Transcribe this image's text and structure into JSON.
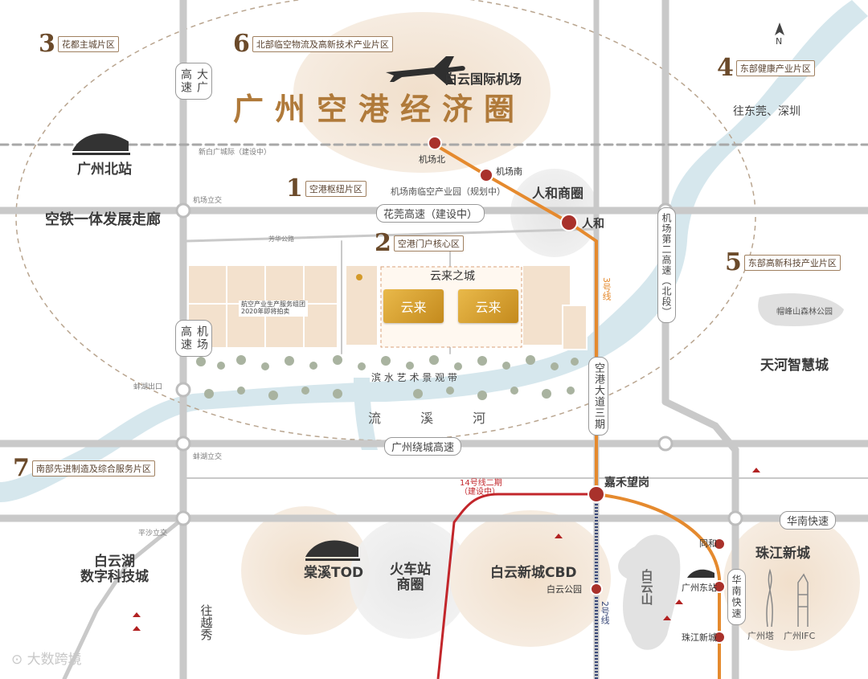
{
  "map": {
    "title": "广州空港经济圈",
    "airport": "白云国际机场",
    "north": "N",
    "watermark": "大数跨境"
  },
  "zones": [
    {
      "num": "1",
      "label": "空港枢纽片区"
    },
    {
      "num": "2",
      "label": "空港门户核心区"
    },
    {
      "num": "3",
      "label": "花都主城片区"
    },
    {
      "num": "4",
      "label": "东部健康产业片区"
    },
    {
      "num": "5",
      "label": "东部高新科技产业片区"
    },
    {
      "num": "6",
      "label": "北部临空物流及高新技术产业片区"
    },
    {
      "num": "7",
      "label": "南部先进制造及综合服务片区"
    }
  ],
  "places": {
    "guangzhou_north": "广州北站",
    "corridor": "空铁一体发展走廊",
    "renhe_circle": "人和商圈",
    "renhe": "人和",
    "airport_north": "机场北",
    "airport_south": "机场南",
    "industrial_park": "机场南临空产业园（规划中）",
    "tianhe": "天河智慧城",
    "dongguan": "往东莞、深圳",
    "baiyun_lake": "白云湖\n数字科技城",
    "tangxi": "棠溪TOD",
    "train_station": "火车站\n商圈",
    "cbd": "白云新城CBD",
    "baiyun_mtn": "白云山",
    "zhujiang": "珠江新城",
    "jiahe": "嘉禾望岗",
    "to_yuexiu": "往越秀",
    "liuxi_river": "流 溪 河",
    "riverside": "滨 水 艺 术 景 观 带",
    "yunlai_city": "云来之城",
    "yunlai": "云来",
    "aviation_base": "航空产业生产服务组团\n2020年即将拍卖",
    "guangzhou_tower": "广州塔",
    "guangzhou_ifc": "广州IFC",
    "east_station": "广州东站",
    "zhujiang_city_st": "珠江新城",
    "tonghe": "同和",
    "baiyun_park": "白云公园",
    "maofeng": "帽峰山森林公园"
  },
  "roads": {
    "huashan_expressway": "花莞高速（建设中）",
    "ring_expressway": "广州绕城高速",
    "south_china_expressway": "华南快速",
    "airport_expressway": "机场\n高速",
    "dagang_expressway": "大广\n高速",
    "airport_second": "机场第二高速（北段）",
    "konggang_avenue": "空港大道三期",
    "new_baiyun": "新白广城际（建设中）",
    "line3": "3号线",
    "line2": "2号线",
    "line14": "14号线二期\n（建设中）",
    "airport_interchange": "机场立交",
    "beihu_exit": "蚌湖出口",
    "beihu_interchange": "蚌湖立交",
    "pingsha_interchange": "平沙立交",
    "fanghua_road": "芳华公路"
  },
  "colors": {
    "line3": "#e58a2e",
    "line2": "#3b4a7a",
    "line14": "#c2262b",
    "river": "#cfe3ea",
    "halo": "#efdcc6",
    "gold": "#d49a2a",
    "accent": "#6b4a2a"
  }
}
